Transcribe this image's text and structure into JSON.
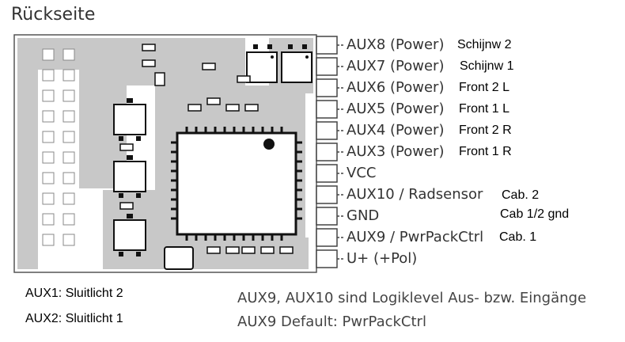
{
  "title": "Rückseite",
  "pins": [
    {
      "label": "AUX8 (Power)",
      "function": "Schijnw 2"
    },
    {
      "label": "AUX7 (Power)",
      "function": "Schijnw 1"
    },
    {
      "label": "AUX6 (Power)",
      "function": "Front 2 L"
    },
    {
      "label": "AUX5 (Power)",
      "function": "Front 1 L"
    },
    {
      "label": "AUX4 (Power)",
      "function": "Front 2 R"
    },
    {
      "label": "AUX3 (Power)",
      "function": "Front 1 R"
    },
    {
      "label": "VCC",
      "function": ""
    },
    {
      "label": "AUX10 / Radsensor",
      "function": "Cab. 2"
    },
    {
      "label": "GND",
      "function": "Cab 1/2 gnd"
    },
    {
      "label": "AUX9 / PwrPackCtrl",
      "function": "Cab. 1"
    },
    {
      "label": "U+ (+Pol)",
      "function": ""
    }
  ],
  "aux_notes": [
    "AUX1: Sluitlicht 2",
    "AUX2: Sluitlicht 1"
  ],
  "bottom_notes": [
    "AUX9, AUX10 sind Logiklevel Aus- bzw. Eingänge",
    "AUX9 Default: PwrPackCtrl"
  ]
}
